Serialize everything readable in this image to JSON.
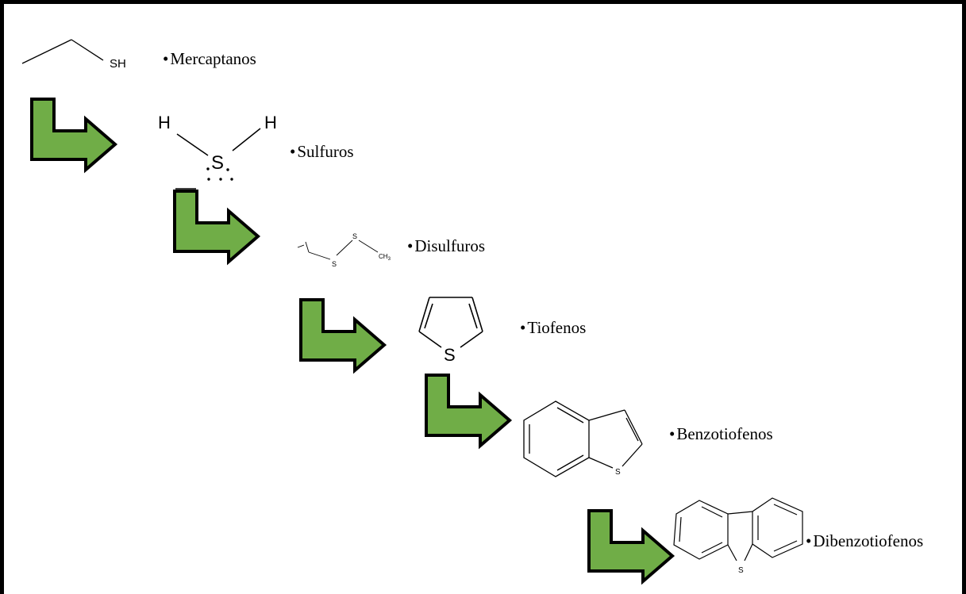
{
  "labels": {
    "mercaptanos": "Mercaptanos",
    "sulfuros": "Sulfuros",
    "disulfuros": "Disulfuros",
    "tiofenos": "Tiofenos",
    "benzotiofenos": "Benzotiofenos",
    "dibenzotiofenos": "Dibenzotiofenos"
  },
  "bullet": "•",
  "structure_text": {
    "sh": "SH",
    "h": "H",
    "s": "S",
    "ch3": "CH3"
  },
  "colors": {
    "arrow_fill": "#70ad47",
    "arrow_stroke": "#000000",
    "border": "#000000"
  }
}
